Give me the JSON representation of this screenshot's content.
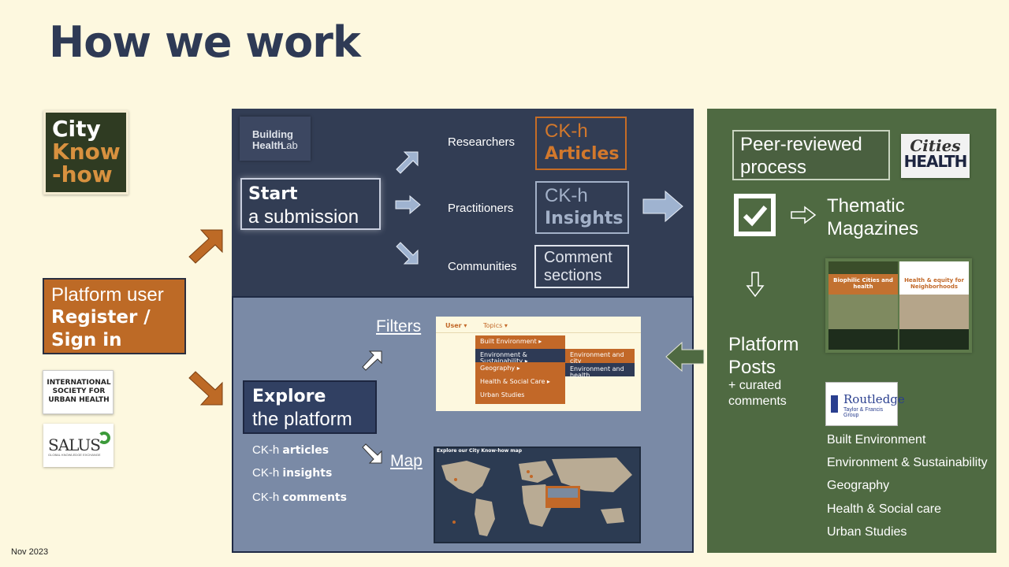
{
  "title": "How we work",
  "date": "Nov 2023",
  "left": {
    "ckh_logo": [
      "City",
      "Know",
      "-how"
    ],
    "platform_user": {
      "line1": "Platform user",
      "line2": "Register /",
      "line3": "Sign in"
    },
    "isuh_logo": [
      "INTERNATIONAL",
      "SOCIETY FOR",
      "URBAN HEALTH"
    ],
    "salus_logo": {
      "name": "SALUS",
      "sub": "GLOBAL KNOWLEDGE EXCHANGE"
    }
  },
  "submission": {
    "bhl_logo": {
      "line1": "Building",
      "line2": "Health",
      "line3": "Lab"
    },
    "start": {
      "bold": "Start",
      "rest": "a submission"
    },
    "researchers": "Researchers",
    "practitioners": "Practitioners",
    "communities": "Communities",
    "articles": {
      "line1": "CK-h",
      "line2": "Articles"
    },
    "insights": {
      "line1": "CK-h",
      "line2": "Insights"
    },
    "comments": {
      "line1": "Comment",
      "line2": "sections"
    }
  },
  "explore": {
    "bold": "Explore",
    "rest": "the platform",
    "filters": "Filters",
    "map": "Map",
    "list": [
      {
        "prefix": "CK-h",
        "bold": "articles"
      },
      {
        "prefix": "CK-h",
        "bold": "insights"
      },
      {
        "prefix": "CK-h",
        "bold": "comments"
      }
    ],
    "filter_menu": {
      "user": "User",
      "topics": "Topics",
      "items": [
        "Built Environment",
        "Environment & Sustainability",
        "Geography",
        "Health & Social Care",
        "Urban Studies"
      ],
      "sub_items": [
        "Environment and city",
        "Environment and health"
      ]
    },
    "map_title": "Explore our City Know-how map"
  },
  "publish": {
    "peer": {
      "line1": "Peer-reviewed",
      "line2": "process"
    },
    "cities_health": {
      "line1": "Cities",
      "line2": "HEALTH"
    },
    "thematic": {
      "line1": "Thematic",
      "line2": "Magazines"
    },
    "magazines": [
      "Biophilic Cities and health",
      "Health & equity for Neighborhoods"
    ],
    "platform_posts": {
      "line1": "Platform",
      "line2": "Posts"
    },
    "curated": {
      "line1": "+ curated",
      "line2": "comments"
    },
    "routledge": {
      "name": "Routledge",
      "sub": "Taylor & Francis Group"
    },
    "topics": [
      "Built Environment",
      "Environment & Sustainability",
      "Geography",
      "Health & Social care",
      "Urban Studies"
    ]
  },
  "colors": {
    "background": "#fdf8df",
    "title": "#2e3a55",
    "orange": "#bd6a26",
    "navy": "#323d54",
    "slate": "#7a8aa6",
    "green": "#4f6a42"
  }
}
